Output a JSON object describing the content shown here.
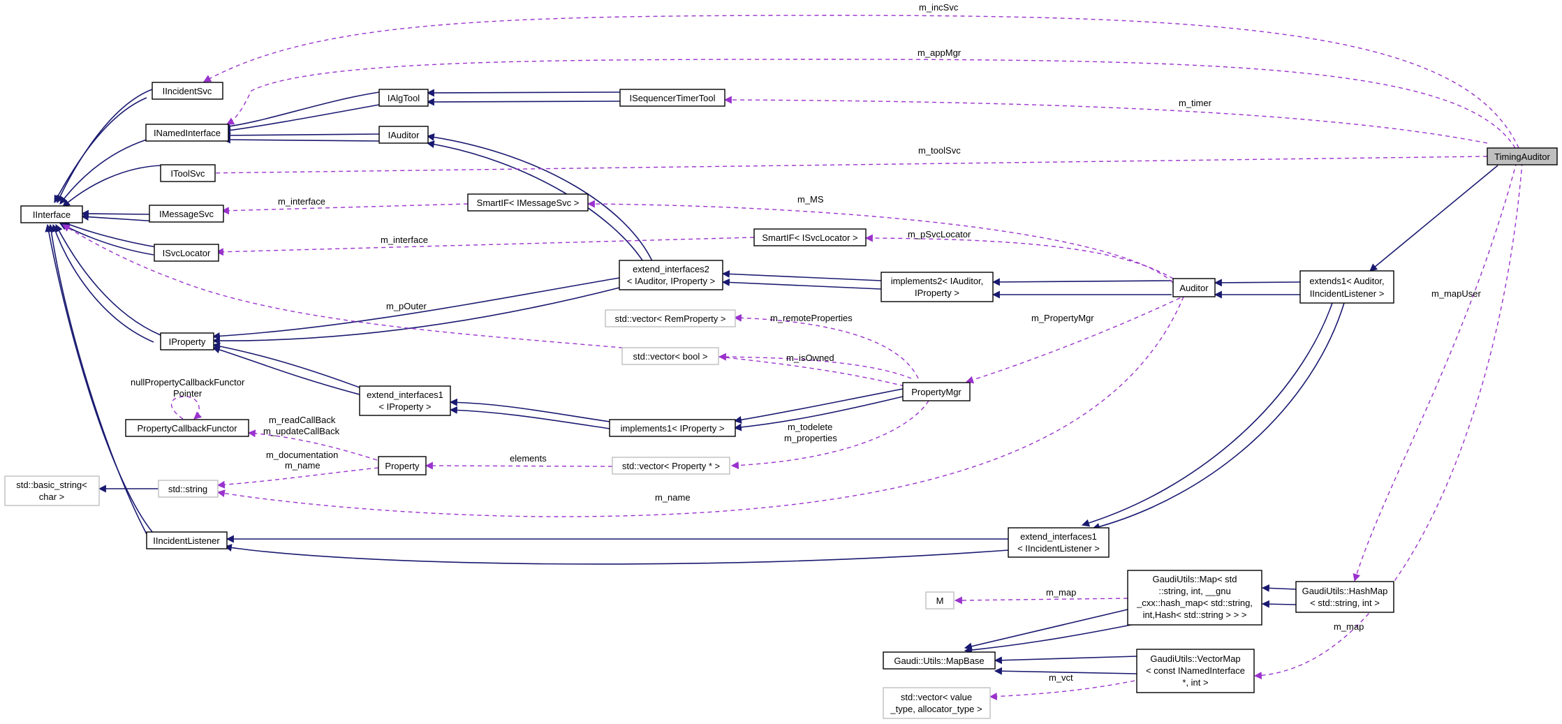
{
  "diagram": {
    "nodes": {
      "timing_auditor": "TimingAuditor",
      "iincident_svc": "IIncidentSvc",
      "inamed_interface": "INamedInterface",
      "itool_svc": "IToolSvc",
      "iinterface": "IInterface",
      "imessage_svc": "IMessageSvc",
      "isvc_locator": "ISvcLocator",
      "iproperty": "IProperty",
      "ialg_tool": "IAlgTool",
      "iauditor": "IAuditor",
      "isequencer_timer_tool": "ISequencerTimerTool",
      "smartif_imessagesvc": "SmartIF< IMessageSvc >",
      "smartif_isvclocator": "SmartIF< ISvcLocator >",
      "extend_interfaces2": [
        "extend_interfaces2",
        "< IAuditor, IProperty >"
      ],
      "implements2": [
        "implements2< IAuditor,",
        "IProperty >"
      ],
      "auditor": "Auditor",
      "extends1": [
        "extends1< Auditor,",
        "IIncidentListener >"
      ],
      "vector_remproperty": "std::vector< RemProperty >",
      "vector_bool": "std::vector< bool >",
      "property_mgr": "PropertyMgr",
      "extend_interfaces1_iproperty": [
        "extend_interfaces1",
        "< IProperty >"
      ],
      "implements1": "implements1< IProperty >",
      "property_callback_functor": "PropertyCallbackFunctor",
      "property": "Property",
      "vector_property_ptr": "std::vector< Property * >",
      "std_basic_string": [
        "std::basic_string<",
        "char >"
      ],
      "std_string": "std::string",
      "iincident_listener": "IIncidentListener",
      "extend_interfaces1_iincidentlistener": [
        "extend_interfaces1",
        "< IIncidentListener >"
      ],
      "m_node": "M",
      "gaudiutils_map": [
        "GaudiUtils::Map< std",
        "::string, int, __gnu",
        "_cxx::hash_map< std::string,",
        "int,Hash< std::string > > >"
      ],
      "gaudiutils_hashmap": [
        "GaudiUtils::HashMap",
        "< std::string, int >"
      ],
      "gaudi_utils_mapbase": "Gaudi::Utils::MapBase",
      "gaudiutils_vectormap": [
        "GaudiUtils::VectorMap",
        "< const INamedInterface",
        "*, int >"
      ],
      "vector_value_type": [
        "std::vector< value",
        "_type, allocator_type >"
      ]
    },
    "edge_labels": {
      "m_incSvc": "m_incSvc",
      "m_appMgr": "m_appMgr",
      "m_timer": "m_timer",
      "m_toolSvc": "m_toolSvc",
      "m_interface_msg": "m_interface",
      "m_MS": "m_MS",
      "m_interface_loc": "m_interface",
      "m_pSvcLocator": "m_pSvcLocator",
      "m_pOuter": "m_pOuter",
      "m_remoteProperties": "m_remoteProperties",
      "m_PropertyMgr": "m_PropertyMgr",
      "m_isOwned": "m_isOwned",
      "null_functor": [
        "nullPropertyCallbackFunctor",
        "Pointer"
      ],
      "m_readCallBack": [
        "m_readCallBack",
        "m_updateCallBack"
      ],
      "m_documentation": [
        "m_documentation",
        "m_name"
      ],
      "m_todelete": [
        "m_todelete",
        "m_properties"
      ],
      "elements": "elements",
      "m_name": "m_name",
      "m_mapUser": "m_mapUser",
      "m_map_M": "m_map",
      "m_map_vec": "m_map",
      "m_vct": "m_vct"
    },
    "colors": {
      "inheritance": "#191970",
      "usage": "#9a32cd",
      "highlighted_fill": "#bfbfbf",
      "undocumented_border": "#bfbfbf"
    }
  }
}
